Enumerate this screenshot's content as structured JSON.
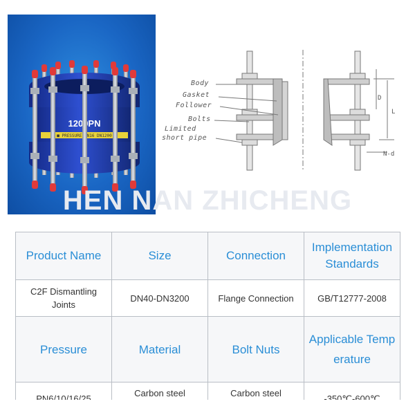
{
  "photo": {
    "badge": "1200PN",
    "strip": "■ PRESSURE PN16 DN1200"
  },
  "drawing": {
    "callouts": [
      "Body",
      "Gasket",
      "Follower",
      "Bolts",
      "Limited",
      "short pipe"
    ],
    "dim_d": "D",
    "dim_l": "L",
    "dim_nd": "N-d"
  },
  "watermark": "HEN NAN ZHICHENG",
  "table": {
    "row1": [
      "Product Name",
      "Size",
      "Connection",
      "Implementation Standards"
    ],
    "row2": [
      "C2F Dismantling Joints",
      "DN40-DN3200",
      "Flange Connection",
      "GB/T12777-2008"
    ],
    "row3": [
      "Pressure",
      "Material",
      "Bolt Nuts",
      "Applicable Temperature"
    ],
    "row4": [
      "PN6/10/16/25",
      "Carbon steel",
      "Carbon steel",
      "-350℃-600℃"
    ]
  },
  "colors": {
    "header_text": "#2a8ed6",
    "body_blue": "#1b3fae",
    "photo_bg": "#1a66c4",
    "bolt_cap": "#e03a3a"
  }
}
